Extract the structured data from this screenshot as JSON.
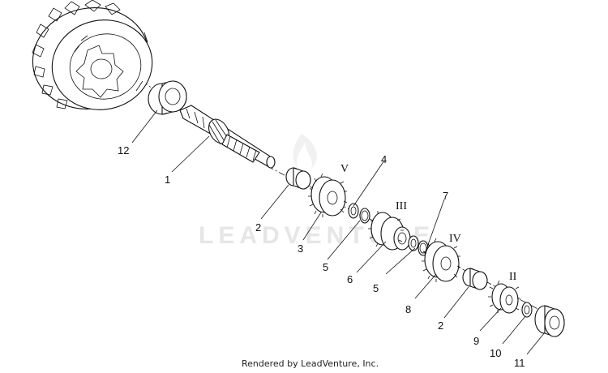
{
  "watermark": "LEADVENTURE",
  "footer": "Rendered by LeadVenture, Inc.",
  "gear_labels": [
    "V",
    "III",
    "IV",
    "II"
  ],
  "callouts": [
    "12",
    "1",
    "2",
    "3",
    "4",
    "5",
    "6",
    "5",
    "7",
    "8",
    "2",
    "9",
    "10",
    "11"
  ]
}
